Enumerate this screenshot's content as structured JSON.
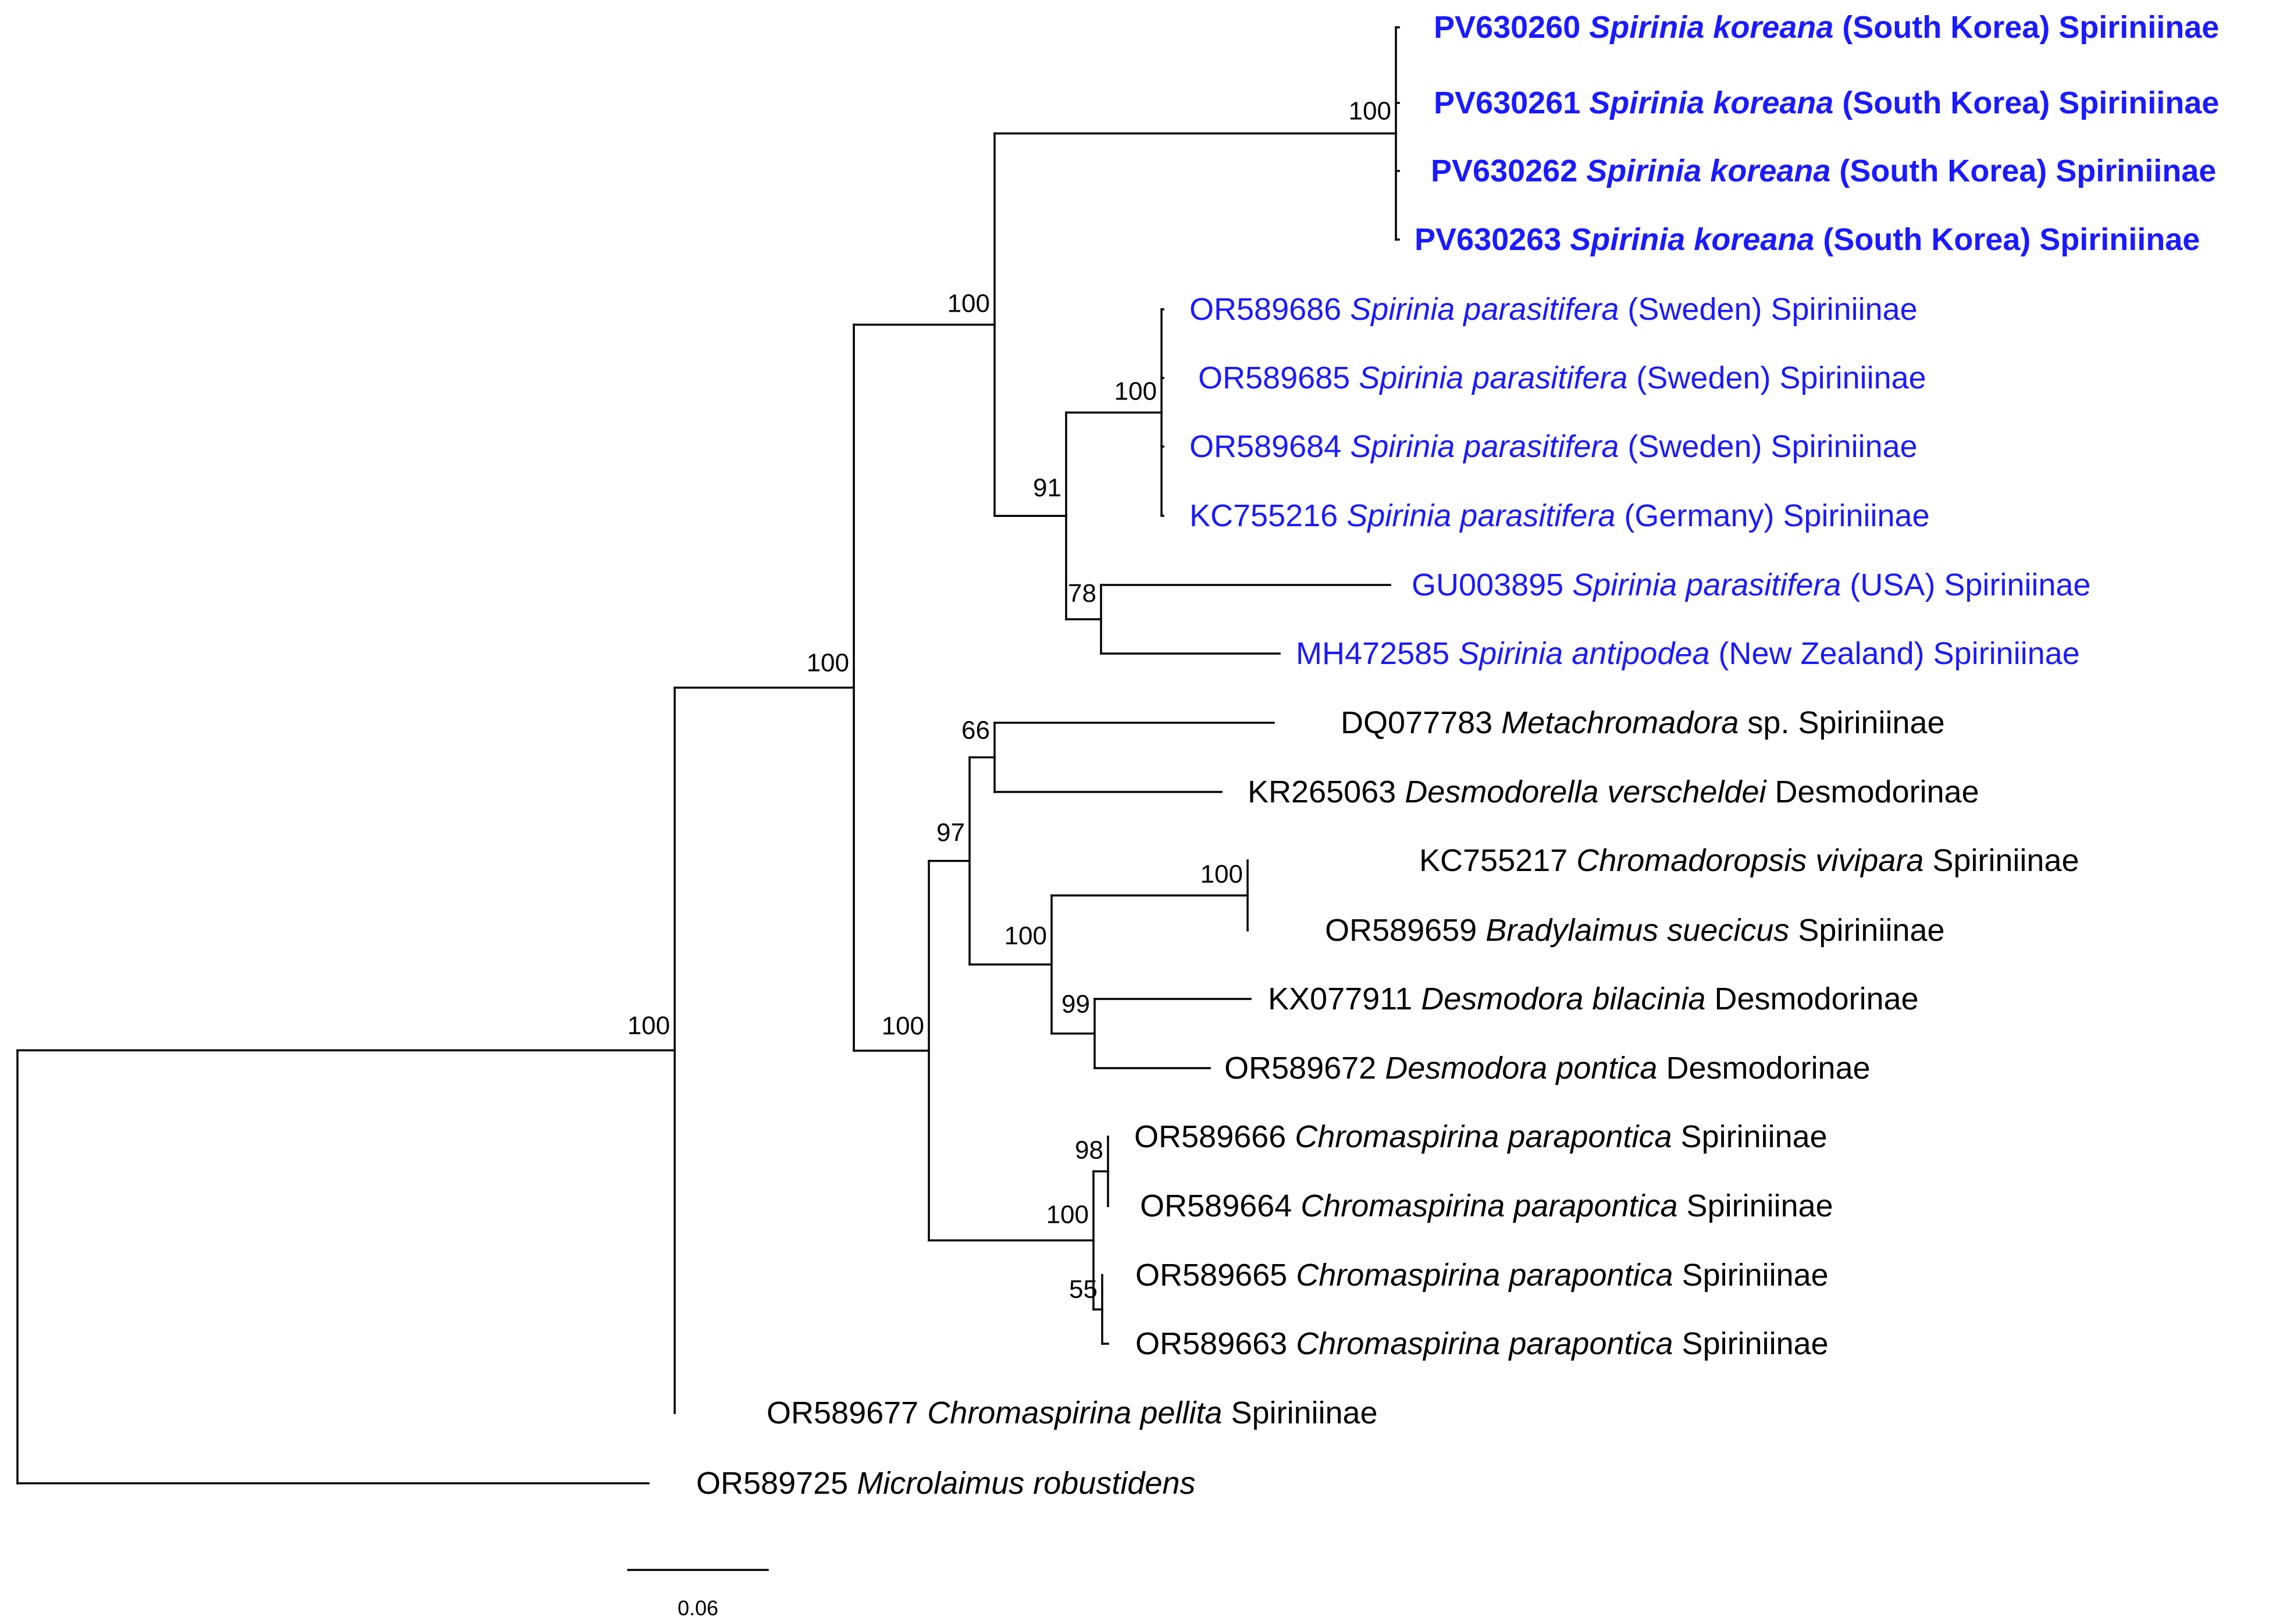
{
  "colors": {
    "branch": "#000000",
    "spirinia_highlight": "#1a1aff",
    "default_label": "#000000"
  },
  "tips": [
    {
      "accession": "PV630260",
      "species": "Spirinia koreana",
      "country": "South Korea",
      "group": "Spiriniinae",
      "color": "#1a1aff",
      "bold": true
    },
    {
      "accession": "PV630261",
      "species": "Spirinia koreana",
      "country": "South Korea",
      "group": "Spiriniinae",
      "color": "#1a1aff",
      "bold": true
    },
    {
      "accession": "PV630262",
      "species": "Spirinia koreana",
      "country": "South Korea",
      "group": "Spiriniinae",
      "color": "#1a1aff",
      "bold": true
    },
    {
      "accession": "PV630263",
      "species": "Spirinia koreana",
      "country": "South Korea",
      "group": "Spiriniinae",
      "color": "#1a1aff",
      "bold": true
    },
    {
      "accession": "OR589686",
      "species": "Spirinia parasitifera",
      "country": "Sweden",
      "group": "Spiriniinae",
      "color": "#1a1aff",
      "bold": false
    },
    {
      "accession": "OR589685",
      "species": "Spirinia parasitifera",
      "country": "Sweden",
      "group": "Spiriniinae",
      "color": "#1a1aff",
      "bold": false
    },
    {
      "accession": "OR589684",
      "species": "Spirinia parasitifera",
      "country": "Sweden",
      "group": "Spiriniinae",
      "color": "#1a1aff",
      "bold": false
    },
    {
      "accession": "KC755216",
      "species": "Spirinia parasitifera",
      "country": "Germany",
      "group": "Spiriniinae",
      "color": "#1a1aff",
      "bold": false
    },
    {
      "accession": "GU003895",
      "species": "Spirinia parasitifera",
      "country": "USA",
      "group": "Spiriniinae",
      "color": "#1a1aff",
      "bold": false
    },
    {
      "accession": "MH472585",
      "species": "Spirinia antipodea",
      "country": "New Zealand",
      "group": "Spiriniinae",
      "color": "#1a1aff",
      "bold": false
    },
    {
      "accession": "DQ077783",
      "species": "Metachromadora",
      "suffix": "sp.",
      "group": "Spiriniinae",
      "color": "#000000",
      "bold": false
    },
    {
      "accession": "KR265063",
      "species": "Desmodorella verscheldei",
      "group": "Desmodorinae",
      "color": "#000000",
      "bold": false
    },
    {
      "accession": "KC755217",
      "species": "Chromadoropsis vivipara",
      "group": "Spiriniinae",
      "color": "#000000",
      "bold": false
    },
    {
      "accession": "OR589659",
      "species": "Bradylaimus suecicus",
      "group": "Spiriniinae",
      "color": "#000000",
      "bold": false
    },
    {
      "accession": "KX077911",
      "species": "Desmodora bilacinia",
      "group": "Desmodorinae",
      "color": "#000000",
      "bold": false
    },
    {
      "accession": "OR589672",
      "species": "Desmodora pontica",
      "group": "Desmodorinae",
      "color": "#000000",
      "bold": false
    },
    {
      "accession": "OR589666",
      "species": "Chromaspirina parapontica",
      "group": "Spiriniinae",
      "color": "#000000",
      "bold": false
    },
    {
      "accession": "OR589664",
      "species": "Chromaspirina parapontica",
      "group": "Spiriniinae",
      "color": "#000000",
      "bold": false
    },
    {
      "accession": "OR589665",
      "species": "Chromaspirina parapontica",
      "group": "Spiriniinae",
      "color": "#000000",
      "bold": false
    },
    {
      "accession": "OR589663",
      "species": "Chromaspirina parapontica",
      "group": "Spiriniinae",
      "color": "#000000",
      "bold": false
    },
    {
      "accession": "OR589677",
      "species": "Chromaspirina pellita",
      "group": "Spiriniinae",
      "color": "#000000",
      "bold": false
    },
    {
      "accession": "OR589725",
      "species": "Microlaimus robustidens",
      "color": "#000000",
      "bold": false
    }
  ],
  "support_values": [
    "100",
    "100",
    "91",
    "78",
    "100",
    "66",
    "97",
    "100",
    "100",
    "99",
    "100",
    "98",
    "55",
    "100",
    "100",
    "100"
  ],
  "scale_bar": {
    "label": "0.06"
  }
}
